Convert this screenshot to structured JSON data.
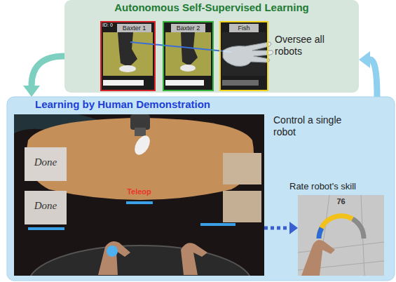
{
  "diagram": {
    "nodes": [
      {
        "text": [
          "Autonomous Self-Supervised Learning"
        ]
      },
      {
        "text": [
          "Baxter 1"
        ],
        "in": 0
      },
      {
        "text": [
          "Baxter 2"
        ],
        "in": 0
      },
      {
        "text": [
          "Fish"
        ],
        "in": 0
      },
      {
        "text": [
          "Learning by Human Demonstration"
        ]
      },
      {
        "text": [
          "Teleop"
        ],
        "in": 4
      },
      {
        "text": [
          "76"
        ],
        "in": 4
      }
    ],
    "edges": [
      {
        "from": 0,
        "to": 4,
        "arrow": "to"
      },
      {
        "from": 4,
        "to": 0,
        "arrow": "to"
      },
      {
        "from": 5,
        "to": 6,
        "arrow": "to"
      }
    ],
    "labels": [
      "ID: 0",
      "Oversee all robots",
      "Done",
      "Done",
      "Control a single robot",
      "Rate robot's skill"
    ]
  }
}
